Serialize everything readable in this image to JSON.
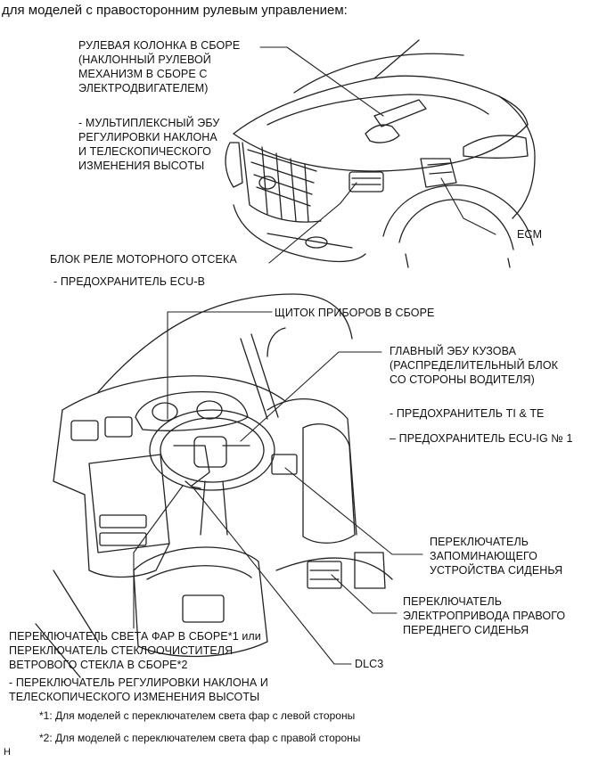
{
  "title": "для моделей с правосторонним рулевым управлением:",
  "labels": {
    "steering_column": "РУЛЕВАЯ КОЛОНКА В СБОРЕ\n(НАКЛОННЫЙ РУЛЕВОЙ\nМЕХАНИЗМ В СБОРЕ С\nЭЛЕКТРОДВИГАТЕЛЕМ)",
    "multiplex_ecu": "- МУЛЬТИПЛЕКСНЫЙ ЭБУ\nРЕГУЛИРОВКИ НАКЛОНА\nИ ТЕЛЕСКОПИЧЕСКОГО\nИЗМЕНЕНИЯ ВЫСОТЫ",
    "ecm": "ECM",
    "engine_relay_block": "БЛОК РЕЛЕ МОТОРНОГО ОТСЕКА",
    "fuse_ecu_b": "- ПРЕДОХРАНИТЕЛЬ ECU-B",
    "instrument_cluster": "ЩИТОК ПРИБОРОВ В СБОРЕ",
    "main_body_ecu": "ГЛАВНЫЙ ЭБУ КУЗОВА\n(РАСПРЕДЕЛИТЕЛЬНЫЙ БЛОК\nСО СТОРОНЫ ВОДИТЕЛЯ)",
    "fuse_ti_te": "- ПРЕДОХРАНИТЕЛЬ TI & TE",
    "fuse_ecu_ig": "– ПРЕДОХРАНИТЕЛЬ ECU-IG № 1",
    "seat_memory_switch": "ПЕРЕКЛЮЧАТЕЛЬ\nЗАПОМИНАЮЩЕГО\nУСТРОЙСТВА СИДЕНЬЯ",
    "power_seat_switch": "ПЕРЕКЛЮЧАТЕЛЬ\nЭЛЕКТРОПРИВОДА ПРАВОГО\nПЕРЕДНЕГО СИДЕНЬЯ",
    "headlight_switch": "ПЕРЕКЛЮЧАТЕЛЬ СВЕТА ФАР В СБОРЕ*1 или\nПЕРЕКЛЮЧАТЕЛЬ СТЕКЛООЧИСТИТЕЛЯ\nВЕТРОВОГО СТЕКЛА В СБОРЕ*2",
    "tilt_switch": "- ПЕРЕКЛЮЧАТЕЛЬ РЕГУЛИРОВКИ НАКЛОНА И\nТЕЛЕСКОПИЧЕСКОГО ИЗМЕНЕНИЯ ВЫСОТЫ",
    "dlc3": "DLC3"
  },
  "notes": {
    "note1": "*1: Для моделей с переключателем света фар с левой стороны",
    "note2": "*2: Для моделей с переключателем света фар с правой стороны"
  },
  "corner_mark": "H"
}
